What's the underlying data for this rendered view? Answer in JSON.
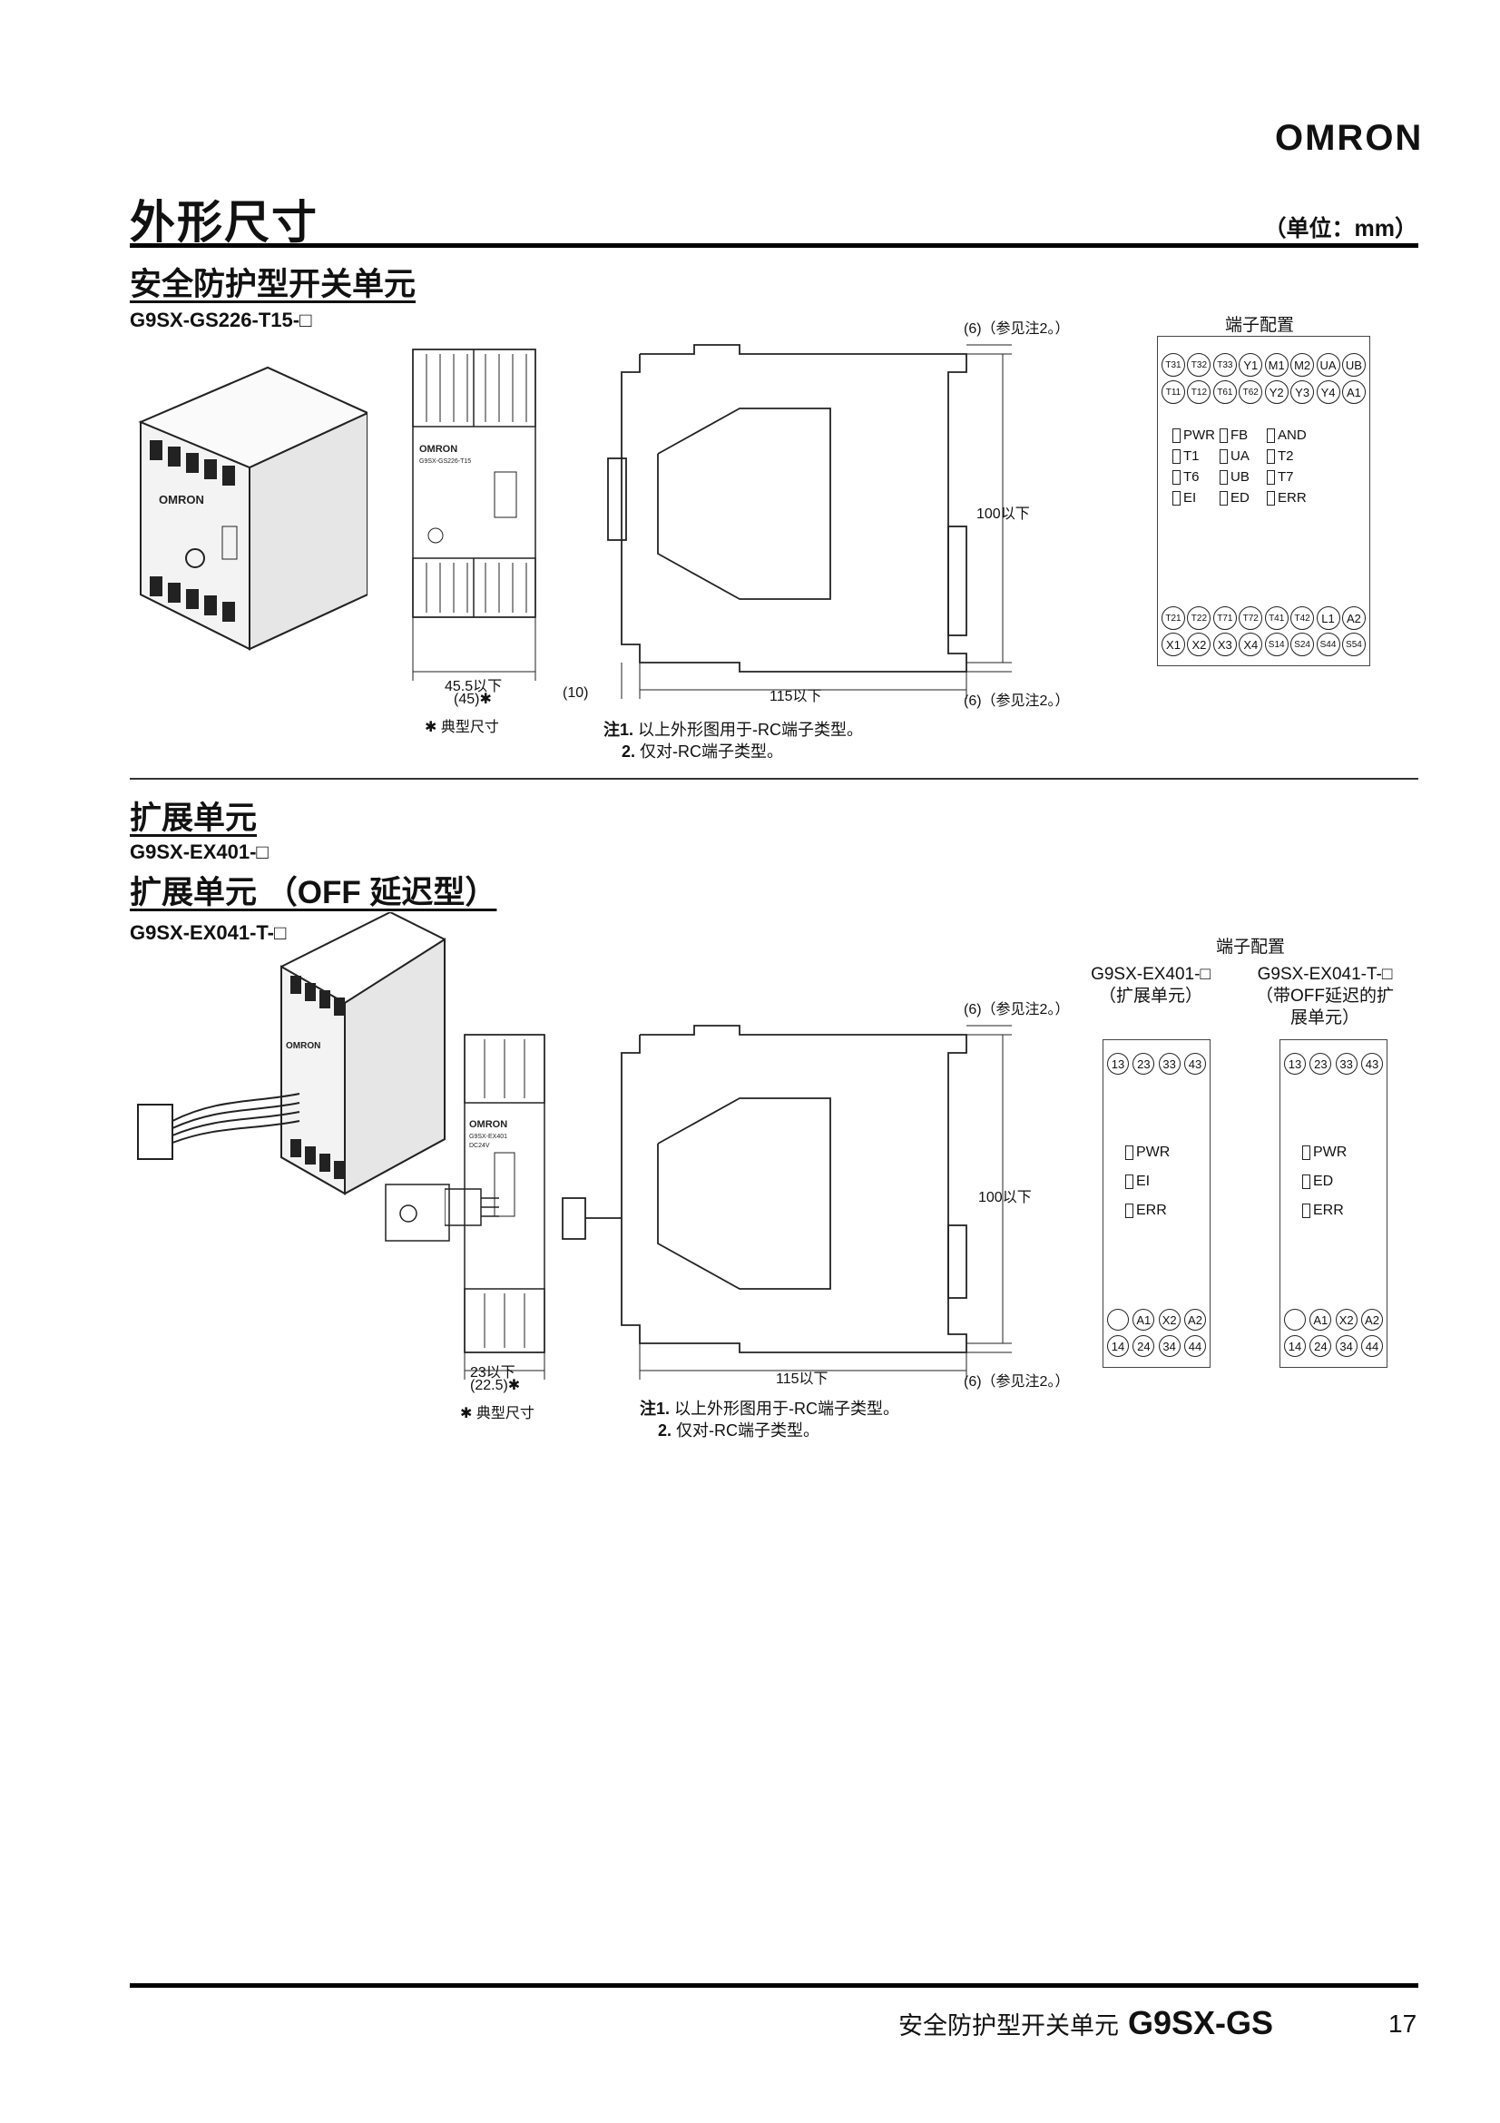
{
  "brand": "OMRON",
  "page_title": "外形尺寸",
  "unit_label": "（单位：mm）",
  "section1": {
    "heading": "安全防护型开关单元",
    "model": "G9SX-GS226-T15-□",
    "terminal_title": "端子配置",
    "top_terminals_row1": [
      "T31",
      "T32",
      "T33",
      "Y1",
      "M1",
      "M2",
      "UA",
      "UB"
    ],
    "top_terminals_row2": [
      "T11",
      "T12",
      "T61",
      "T62",
      "Y2",
      "Y3",
      "Y4",
      "A1"
    ],
    "bottom_terminals_row1": [
      "T21",
      "T22",
      "T71",
      "T72",
      "T41",
      "T42",
      "L1",
      "A2"
    ],
    "bottom_terminals_row2": [
      "X1",
      "X2",
      "X3",
      "X4",
      "S14",
      "S24",
      "S44",
      "S54"
    ],
    "leds": [
      "PWR",
      "FB",
      "AND",
      "T1",
      "UA",
      "T2",
      "T6",
      "UB",
      "T7",
      "EI",
      "ED",
      "ERR"
    ],
    "dim_width": "45.5以下",
    "dim_width_typ": "(45)✱",
    "typical_note": "✱ 典型尺寸",
    "dim_depth": "115以下",
    "dim_height": "100以下",
    "dim_top": "(6)（参见注2。）",
    "dim_bottom": "(6)（参见注2。）",
    "dim_left": "(10)",
    "note1_label": "注1.",
    "note1": "以上外形图用于-RC端子类型。",
    "note2_label": "2.",
    "note2": "仅对-RC端子类型。"
  },
  "section2": {
    "heading": "扩展单元",
    "model": "G9SX-EX401-□",
    "heading2": "扩展单元 （OFF 延迟型）",
    "model2": "G9SX-EX041-T-□",
    "terminal_title": "端子配置",
    "col1_title": "G9SX-EX401-□",
    "col1_sub": "（扩展单元）",
    "col2_title": "G9SX-EX041-T-□",
    "col2_sub1": "（带OFF延迟的扩",
    "col2_sub2": "展单元）",
    "top_terminals": [
      "13",
      "23",
      "33",
      "43"
    ],
    "bottom_terminals_row1": [
      "",
      "A1",
      "X2",
      "A2"
    ],
    "bottom_terminals_row2": [
      "14",
      "24",
      "34",
      "44"
    ],
    "leds_col1": [
      "PWR",
      "EI",
      "ERR"
    ],
    "leds_col2": [
      "PWR",
      "ED",
      "ERR"
    ],
    "dim_width": "23以下",
    "dim_width_typ": "(22.5)✱",
    "typical_note": "✱ 典型尺寸",
    "dim_depth": "115以下",
    "dim_height": "100以下",
    "dim_top": "(6)（参见注2。）",
    "dim_bottom": "(6)（参见注2。）",
    "note1_label": "注1.",
    "note1": "以上外形图用于-RC端子类型。",
    "note2_label": "2.",
    "note2": "仅对-RC端子类型。"
  },
  "footer": {
    "text": "安全防护型开关单元",
    "model": "G9SX-GS",
    "page": "17"
  }
}
